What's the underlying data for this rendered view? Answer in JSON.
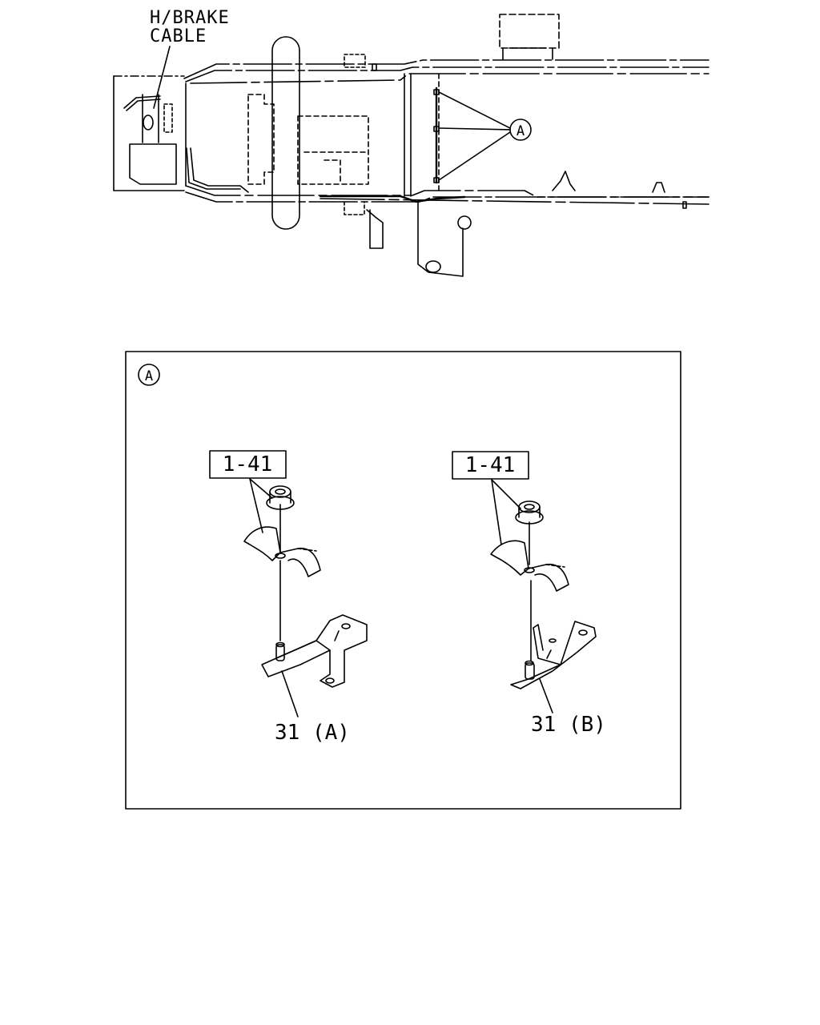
{
  "top_view": {
    "cable_label_line1": "H/BRAKE",
    "cable_label_line2": "CABLE",
    "callout_letter": "A"
  },
  "detail": {
    "callout_letter": "A",
    "left": {
      "ref": "1-41",
      "part": "31 (A)"
    },
    "right": {
      "ref": "1-41",
      "part": "31 (B)"
    }
  },
  "colors": {
    "line": "#000000",
    "background": "#ffffff"
  }
}
